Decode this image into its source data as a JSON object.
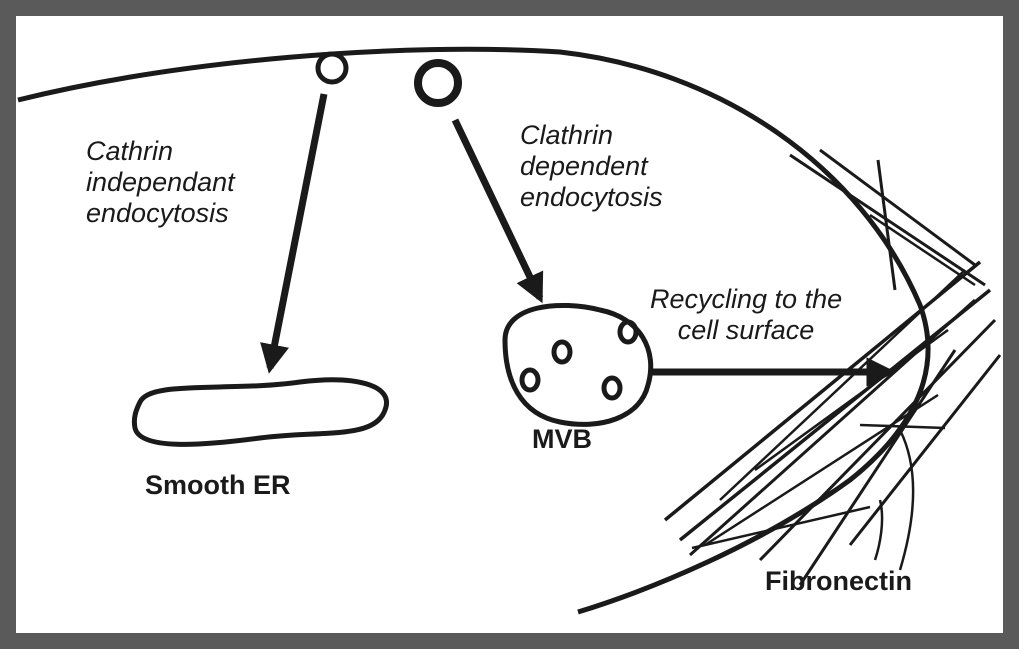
{
  "labels": {
    "clathrin_independent": "Cathrin\nindependant\nendocytosis",
    "clathrin_dependent": "Clathrin\ndependent\nendocytosis",
    "recycling": "Recycling to the\ncell surface",
    "smooth_er": "Smooth ER",
    "mvb": "MVB",
    "fibronectin": "Fibronectin"
  },
  "colors": {
    "ink": "#1a1a1a",
    "border": "#5a5a5a",
    "background": "#ffffff"
  }
}
